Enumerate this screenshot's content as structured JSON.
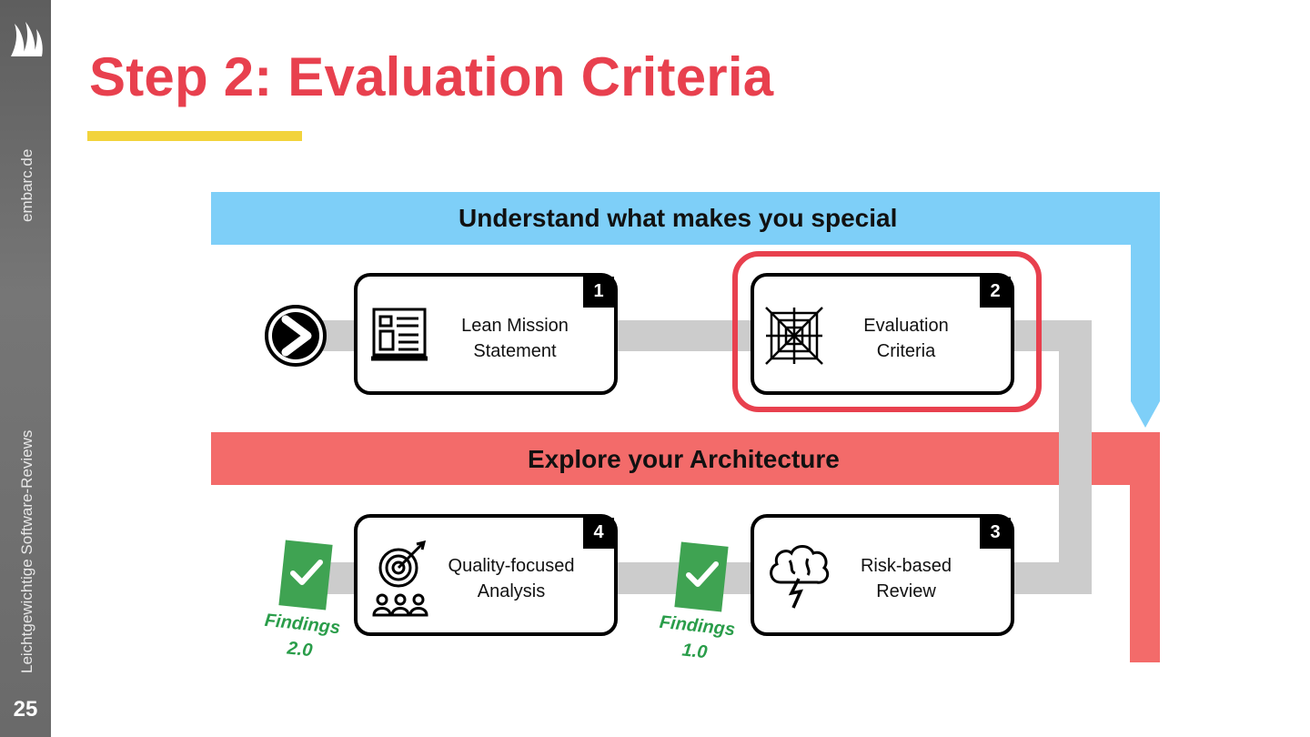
{
  "sidebar": {
    "domain": "embarc.de",
    "subtitle": "Leichtgewichtige Software-Reviews",
    "page_number": "25"
  },
  "title": "Step 2: Evaluation Criteria",
  "bands": {
    "top": "Understand what makes you special",
    "bottom": "Explore your Architecture"
  },
  "steps": [
    {
      "number": "1",
      "line1": "Lean Mission",
      "line2": "Statement",
      "icon": "document-board-icon"
    },
    {
      "number": "2",
      "line1": "Evaluation",
      "line2": "Criteria",
      "icon": "web-icon"
    },
    {
      "number": "3",
      "line1": "Risk-based",
      "line2": "Review",
      "icon": "storm-cloud-icon"
    },
    {
      "number": "4",
      "line1": "Quality-focused",
      "line2": "Analysis",
      "icon": "target-people-icon"
    }
  ],
  "findings": [
    {
      "line1": "Findings",
      "line2": "1.0"
    },
    {
      "line1": "Findings",
      "line2": "2.0"
    }
  ],
  "colors": {
    "title": "#e8404e",
    "underline": "#f2d33c",
    "top_band": "#7ecff8",
    "bottom_band": "#f36b6a",
    "highlight": "#e8404e",
    "connector": "#cccccc",
    "findings": "#2a9d4a"
  }
}
